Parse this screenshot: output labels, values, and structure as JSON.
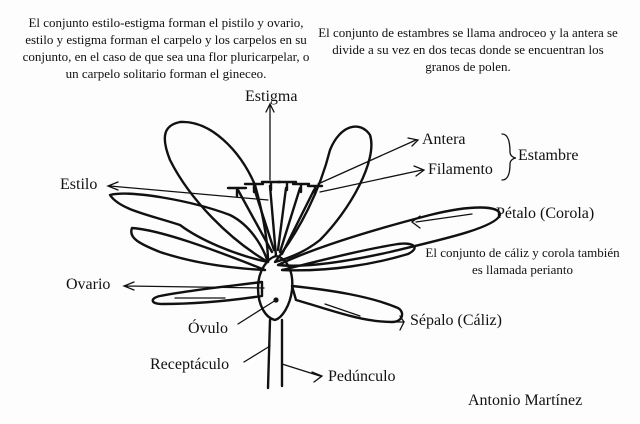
{
  "notes": {
    "pistil": "El conjunto estilo-estigma forman el pistilo y ovario, estilo y estigma forman el carpelo y los carpelos en su conjunto, en el caso de que sea una flor pluricarpelar, o un carpelo solitario forman el gineceo.",
    "androecium": "El conjunto de estambres se llama androceo y la antera se divide a su vez en dos tecas donde se encuentran los granos de polen.",
    "perianth": "El conjunto de cáliz y corola también es llamada perianto"
  },
  "labels": {
    "stigma": "Estigma",
    "anther": "Antera",
    "filament": "Filamento",
    "stamen": "Estambre",
    "style": "Estilo",
    "petal": "Pétalo (Corola)",
    "ovary": "Ovario",
    "ovule": "Óvulo",
    "sepal": "Sépalo (Cáliz)",
    "receptacle": "Receptáculo",
    "peduncle": "Pedúnculo"
  },
  "author": "Antonio Martínez",
  "colors": {
    "ink": "#111111",
    "paper": "#fdfdfd"
  }
}
